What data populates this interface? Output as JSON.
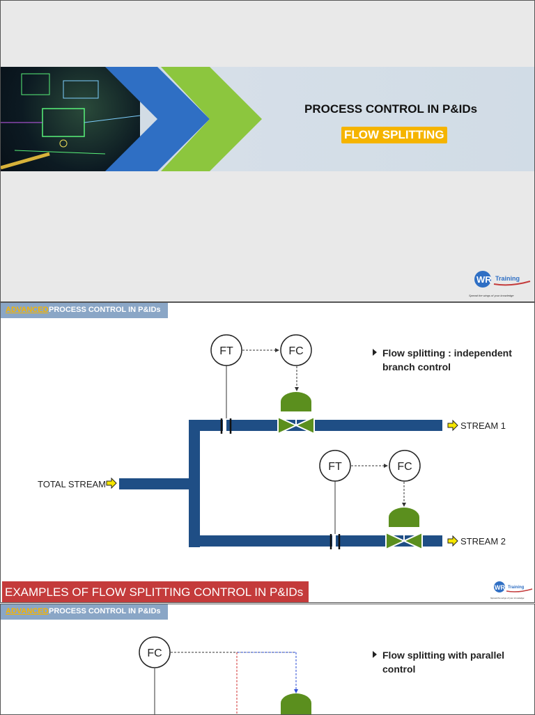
{
  "slide1": {
    "title_line1": "PROCESS CONTROL IN P&IDs",
    "title_line2": "FLOW SPLITTING",
    "logo_brand": "WR",
    "logo_word": "Training",
    "logo_tagline": "Spread the wings of your knowledge"
  },
  "header": {
    "advanced": "ADVANCED",
    "rest": "PROCESS CONTROL IN P&IDs"
  },
  "slide2": {
    "bullet_line1": "Flow splitting : independent",
    "bullet_line2": "branch control",
    "ft_label": "FT",
    "fc_label": "FC",
    "stream1": "STREAM 1",
    "stream2": "STREAM 2",
    "total_stream": "TOTAL STREAM",
    "bottom_title": "EXAMPLES OF FLOW SPLITTING CONTROL IN P&IDs"
  },
  "slide3": {
    "bullet_line1": "Flow splitting with parallel",
    "bullet_line2": "control",
    "fc_label": "FC"
  },
  "colors": {
    "pipe": "#1f4e85",
    "valve": "#5b8f1e",
    "banner_blue": "#2f6fc4",
    "banner_green": "#8cc63e",
    "accent_yellow": "#f5b400",
    "bottom_title_red": "#c43b3b"
  }
}
